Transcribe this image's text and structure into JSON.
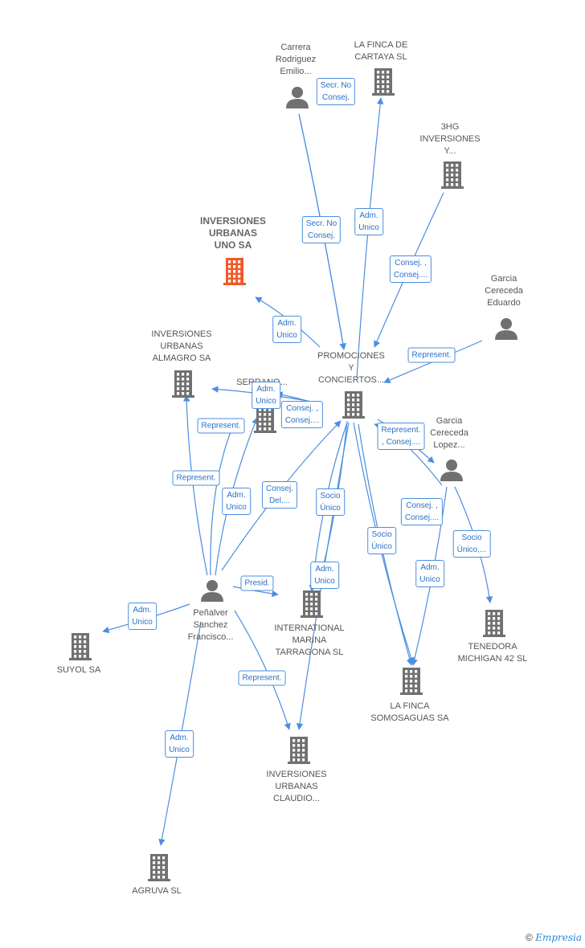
{
  "colors": {
    "edge": "#4a8ee0",
    "edge_text": "#2b6fc7",
    "icon": "#707070",
    "highlight": "#f0592b"
  },
  "nodes": [
    {
      "id": "carrera",
      "type": "person",
      "label": "Carrera\nRodriguez\nEmilio..."
    },
    {
      "id": "finca_cartaya",
      "type": "company",
      "label": "LA FINCA DE\nCARTAYA SL"
    },
    {
      "id": "3hg",
      "type": "company",
      "label": "3HG\nINVERSIONES\nY..."
    },
    {
      "id": "iu_uno",
      "type": "company",
      "label": "INVERSIONES\nURBANAS\nUNO SA",
      "main": true
    },
    {
      "id": "garcia_eduardo",
      "type": "person",
      "label": "Garcia\nCereceda\nEduardo"
    },
    {
      "id": "iu_almagro",
      "type": "company",
      "label": "INVERSIONES\nURBANAS\nALMAGRO SA"
    },
    {
      "id": "serrano",
      "type": "company",
      "label": "SERRANO..."
    },
    {
      "id": "promociones",
      "type": "company",
      "label": "PROMOCIONES\nY\nCONCIERTOS..."
    },
    {
      "id": "garcia_lopez",
      "type": "person",
      "label": "Garcia\nCereceda\nLopez..."
    },
    {
      "id": "penalver",
      "type": "person",
      "label": "Peñalver\nSanchez\nFrancisco..."
    },
    {
      "id": "suyol",
      "type": "company",
      "label": "SUYOL SA"
    },
    {
      "id": "intl_marina",
      "type": "company",
      "label": "INTERNATIONAL\nMARINA\nTARRAGONA SL"
    },
    {
      "id": "tenedora",
      "type": "company",
      "label": "TENEDORA\nMICHIGAN 42 SL"
    },
    {
      "id": "finca_somosaguas",
      "type": "company",
      "label": "LA FINCA\nSOMOSAGUAS SA"
    },
    {
      "id": "iu_claudio",
      "type": "company",
      "label": "INVERSIONES\nURBANAS\nCLAUDIO..."
    },
    {
      "id": "agruva",
      "type": "company",
      "label": "AGRUVA SL"
    }
  ],
  "edges": [
    {
      "label": "Secr.  No\nConsej."
    },
    {
      "label": "Secr.  No\nConsej."
    },
    {
      "label": "Adm.\nUnico"
    },
    {
      "label": "Consej. ,\nConsej...."
    },
    {
      "label": "Adm.\nUnico"
    },
    {
      "label": "Represent."
    },
    {
      "label": "Adm.\nUnico"
    },
    {
      "label": "Consej. ,\nConsej...."
    },
    {
      "label": "Represent."
    },
    {
      "label": "Represent."
    },
    {
      "label": "Represent.\n, Consej...."
    },
    {
      "label": "Adm.\nUnico"
    },
    {
      "label": "Consej.\nDel...."
    },
    {
      "label": "Socio\nÚnico"
    },
    {
      "label": "Consej. ,\nConsej...."
    },
    {
      "label": "Socio\nÚnico"
    },
    {
      "label": "Socio\nÚnico,..."
    },
    {
      "label": "Adm.\nUnico"
    },
    {
      "label": "Adm.\nUnico"
    },
    {
      "label": "Presid."
    },
    {
      "label": "Adm.\nUnico"
    },
    {
      "label": "Represent."
    },
    {
      "label": "Adm.\nUnico"
    }
  ],
  "credit": {
    "symbol": "©",
    "brand": "Empresia"
  }
}
